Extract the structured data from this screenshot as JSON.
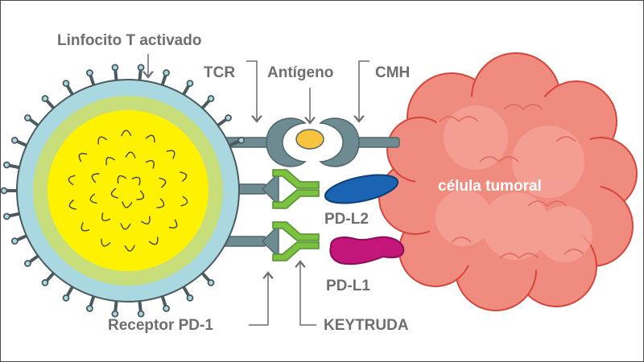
{
  "labels": {
    "activated_t_cell": "Linfocito T activado",
    "tcr": "TCR",
    "antigen": "Antígeno",
    "mhc": "CMH",
    "tumor_cell": "célula tumoral",
    "pd_l2": "PD-L2",
    "pd_l1": "PD-L1",
    "pd1_receptor": "Receptor PD-1",
    "keytruda": "KEYTRUDA"
  },
  "colors": {
    "t_cell_outer": "#a9d8e0",
    "t_cell_mid": "#c8de7a",
    "t_cell_core": "#fff200",
    "receptor_stalk": "#6e8b92",
    "pd1_arms": "#7dc142",
    "antigen": "#f9c33d",
    "pd_l2": "#1b63b3",
    "pd_l1": "#c4167a",
    "tumor": "#f08b80",
    "label_text": "#6d6e70"
  }
}
